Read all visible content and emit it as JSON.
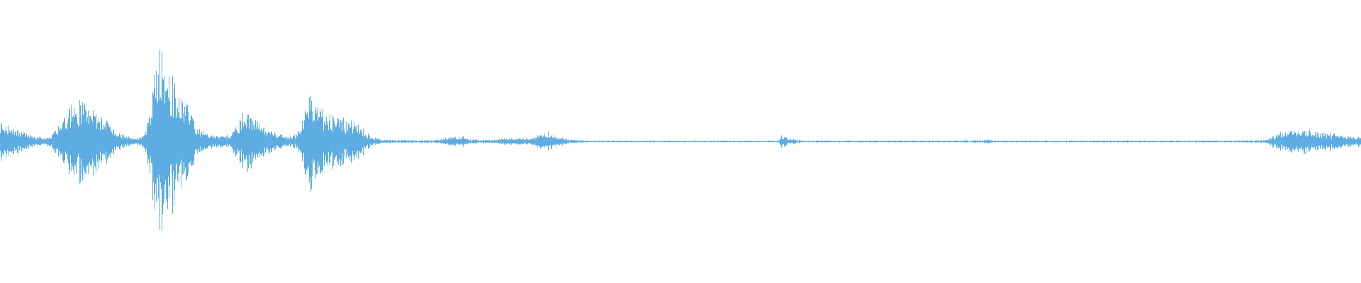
{
  "waveform": {
    "color": "#5dade2",
    "background": "#ffffff",
    "envelope": [
      [
        0.0,
        0.12
      ],
      [
        0.004,
        0.1
      ],
      [
        0.01,
        0.08
      ],
      [
        0.018,
        0.05
      ],
      [
        0.025,
        0.03
      ],
      [
        0.032,
        0.02
      ],
      [
        0.038,
        0.04
      ],
      [
        0.044,
        0.12
      ],
      [
        0.05,
        0.18
      ],
      [
        0.056,
        0.22
      ],
      [
        0.062,
        0.24
      ],
      [
        0.068,
        0.2
      ],
      [
        0.074,
        0.16
      ],
      [
        0.08,
        0.12
      ],
      [
        0.086,
        0.06
      ],
      [
        0.092,
        0.03
      ],
      [
        0.1,
        0.02
      ],
      [
        0.106,
        0.04
      ],
      [
        0.11,
        0.2
      ],
      [
        0.114,
        0.45
      ],
      [
        0.118,
        0.52
      ],
      [
        0.12,
        0.6
      ],
      [
        0.124,
        0.4
      ],
      [
        0.128,
        0.36
      ],
      [
        0.132,
        0.3
      ],
      [
        0.136,
        0.28
      ],
      [
        0.14,
        0.18
      ],
      [
        0.144,
        0.1
      ],
      [
        0.148,
        0.06
      ],
      [
        0.156,
        0.04
      ],
      [
        0.164,
        0.03
      ],
      [
        0.17,
        0.05
      ],
      [
        0.176,
        0.14
      ],
      [
        0.182,
        0.18
      ],
      [
        0.188,
        0.12
      ],
      [
        0.194,
        0.08
      ],
      [
        0.2,
        0.06
      ],
      [
        0.206,
        0.04
      ],
      [
        0.212,
        0.03
      ],
      [
        0.218,
        0.04
      ],
      [
        0.222,
        0.14
      ],
      [
        0.226,
        0.26
      ],
      [
        0.23,
        0.28
      ],
      [
        0.236,
        0.2
      ],
      [
        0.242,
        0.16
      ],
      [
        0.248,
        0.14
      ],
      [
        0.254,
        0.12
      ],
      [
        0.26,
        0.12
      ],
      [
        0.266,
        0.08
      ],
      [
        0.272,
        0.03
      ],
      [
        0.28,
        0.01
      ],
      [
        0.3,
        0.008
      ],
      [
        0.32,
        0.008
      ],
      [
        0.334,
        0.03
      ],
      [
        0.34,
        0.03
      ],
      [
        0.346,
        0.012
      ],
      [
        0.36,
        0.008
      ],
      [
        0.372,
        0.02
      ],
      [
        0.38,
        0.02
      ],
      [
        0.392,
        0.02
      ],
      [
        0.398,
        0.06
      ],
      [
        0.404,
        0.05
      ],
      [
        0.41,
        0.03
      ],
      [
        0.418,
        0.012
      ],
      [
        0.43,
        0.006
      ],
      [
        0.5,
        0.005
      ],
      [
        0.56,
        0.005
      ],
      [
        0.572,
        0.006
      ],
      [
        0.574,
        0.04
      ],
      [
        0.578,
        0.02
      ],
      [
        0.59,
        0.006
      ],
      [
        0.65,
        0.006
      ],
      [
        0.7,
        0.006
      ],
      [
        0.722,
        0.008
      ],
      [
        0.725,
        0.012
      ],
      [
        0.73,
        0.006
      ],
      [
        0.8,
        0.006
      ],
      [
        0.9,
        0.006
      ],
      [
        0.93,
        0.008
      ],
      [
        0.936,
        0.04
      ],
      [
        0.944,
        0.06
      ],
      [
        0.952,
        0.08
      ],
      [
        0.96,
        0.07
      ],
      [
        0.968,
        0.06
      ],
      [
        0.976,
        0.05
      ],
      [
        0.984,
        0.04
      ],
      [
        0.992,
        0.035
      ],
      [
        1.0,
        0.03
      ]
    ]
  }
}
